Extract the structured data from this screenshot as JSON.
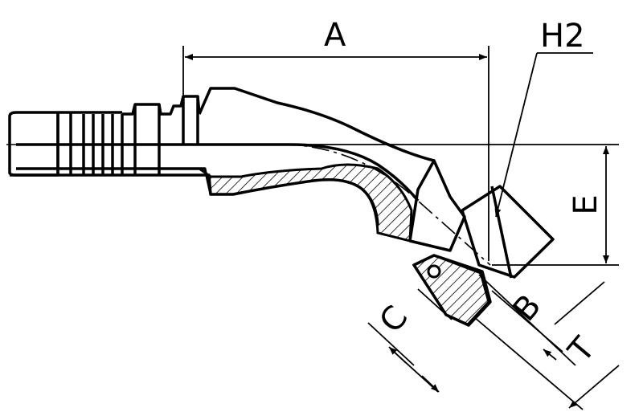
{
  "labels": {
    "a": "A",
    "h2": "H2",
    "e": "E",
    "b": "B",
    "c": "C",
    "t": "T"
  },
  "colors": {
    "ink": "#000000",
    "background": "#ffffff"
  }
}
